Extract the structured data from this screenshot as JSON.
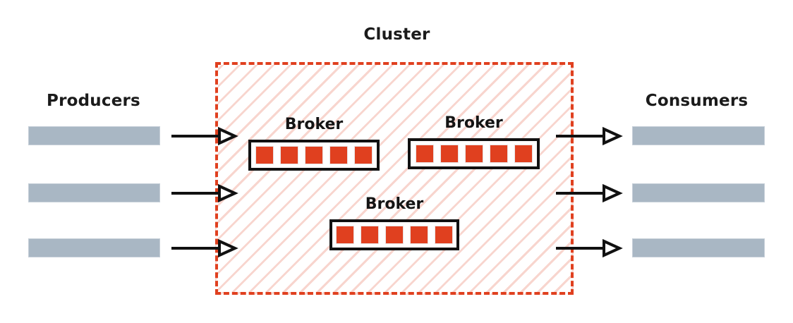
{
  "diagram": {
    "title": "Cluster",
    "producers": {
      "label": "Producers",
      "nodes": [
        {
          "id": "producer-1"
        },
        {
          "id": "producer-2"
        },
        {
          "id": "producer-3"
        }
      ]
    },
    "consumers": {
      "label": "Consumers",
      "nodes": [
        {
          "id": "consumer-1"
        },
        {
          "id": "consumer-2"
        },
        {
          "id": "consumer-3"
        }
      ]
    },
    "cluster": {
      "label": "Cluster",
      "brokers": [
        {
          "label": "Broker",
          "partitions": 5
        },
        {
          "label": "Broker",
          "partitions": 5
        },
        {
          "label": "Broker",
          "partitions": 5
        }
      ]
    },
    "arrows": {
      "inbound_count": 3,
      "outbound_count": 3,
      "head_style": "hollow-triangle"
    },
    "colors": {
      "cluster_border": "#e0401f",
      "cluster_hatch": "#f6d3cb",
      "partition": "#e0401f",
      "endpoint_bar": "#a9b7c4",
      "broker_border": "#111111",
      "text": "#1b1b1b",
      "background": "#ffffff"
    }
  }
}
